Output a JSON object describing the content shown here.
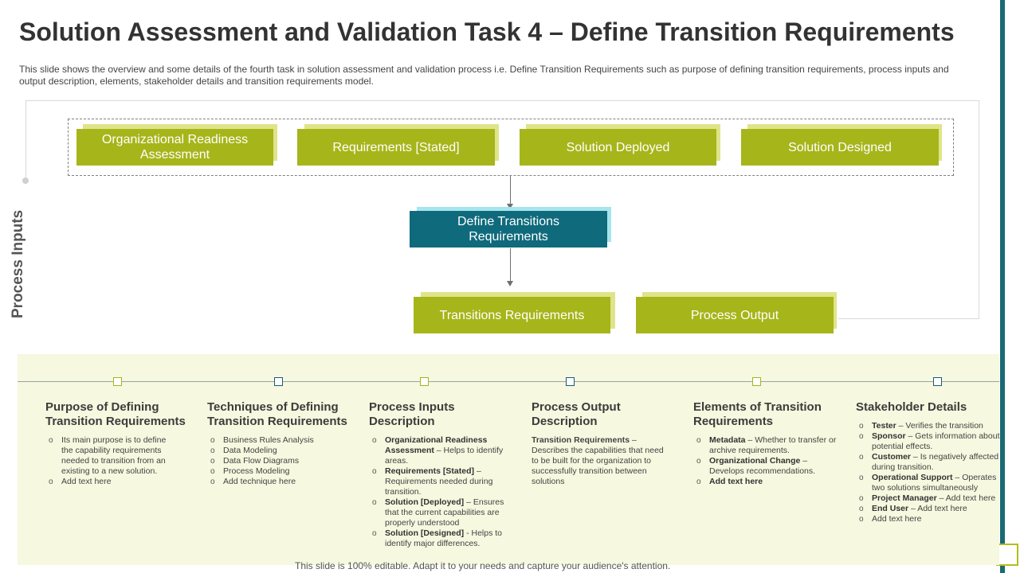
{
  "title": "Solution Assessment and Validation Task 4 – Define Transition Requirements",
  "description": "This slide shows the overview  and some details of the fourth task in solution assessment and validation  process i.e. Define Transition Requirements such as purpose of defining transition requirements, process inputs and output description, elements, stakeholder details and transition requirements  model.",
  "diagram": {
    "side_label": "Process Inputs",
    "inputs": [
      "Organizational Readiness Assessment",
      "Requirements [Stated]",
      "Solution Deployed",
      "Solution Designed"
    ],
    "center": "Define Transitions Requirements",
    "outputs": [
      "Transitions Requirements",
      "Process Output"
    ]
  },
  "columns": [
    {
      "heading": "Purpose of Defining Transition Requirements",
      "items": [
        {
          "bold": "",
          "text": "Its main purpose is to define the capability requirements needed to transition from an existing to a new solution."
        },
        {
          "bold": "",
          "text": "Add text here"
        }
      ]
    },
    {
      "heading": "Techniques of Defining Transition Requirements",
      "items": [
        {
          "bold": "",
          "text": "Business Rules Analysis"
        },
        {
          "bold": "",
          "text": "Data Modeling"
        },
        {
          "bold": "",
          "text": "Data Flow Diagrams"
        },
        {
          "bold": "",
          "text": "Process Modeling"
        },
        {
          "bold": "",
          "text": "Add technique here"
        }
      ]
    },
    {
      "heading": "Process Inputs Description",
      "items": [
        {
          "bold": "Organizational Readiness Assessment",
          "text": " – Helps to identify areas."
        },
        {
          "bold": "Requirements [Stated]",
          "text": " – Requirements needed during transition."
        },
        {
          "bold": "Solution [Deployed]",
          "text": " – Ensures that the current capabilities are properly understood"
        },
        {
          "bold": "Solution [Designed]",
          "text": " - Helps to identify major differences."
        }
      ]
    },
    {
      "heading": "Process Output Description",
      "para_bold": "Transition Requirements",
      "para_text": " – Describes the capabilities that need to be built for the organization to successfully transition between solutions"
    },
    {
      "heading": "Elements of Transition Requirements",
      "items": [
        {
          "bold": "Metadata",
          "text": " – Whether to transfer or archive requirements."
        },
        {
          "bold": "Organizational Change",
          "text": " – Develops recommendations."
        },
        {
          "bold": "Add text here",
          "text": ""
        }
      ]
    },
    {
      "heading": "Stakeholder Details",
      "items": [
        {
          "bold": "Tester",
          "text": " – Verifies the transition"
        },
        {
          "bold": "Sponsor",
          "text": " – Gets information about potential effects."
        },
        {
          "bold": "Customer",
          "text": " – Is negatively affected during transition."
        },
        {
          "bold": "Operational Support",
          "text": " – Operates two solutions simultaneously"
        },
        {
          "bold": "Project Manager",
          "text": " – Add text here"
        },
        {
          "bold": "End User",
          "text": " – Add text here"
        },
        {
          "bold": "",
          "text": "Add text here"
        }
      ]
    }
  ],
  "footer": "This slide is 100% editable. Adapt it to your needs and capture your audience's attention.",
  "colors": {
    "green": "#a6b51a",
    "teal": "#0f6a7c",
    "panel": "#f6f8df",
    "accent_bar": "#1a6a73"
  }
}
